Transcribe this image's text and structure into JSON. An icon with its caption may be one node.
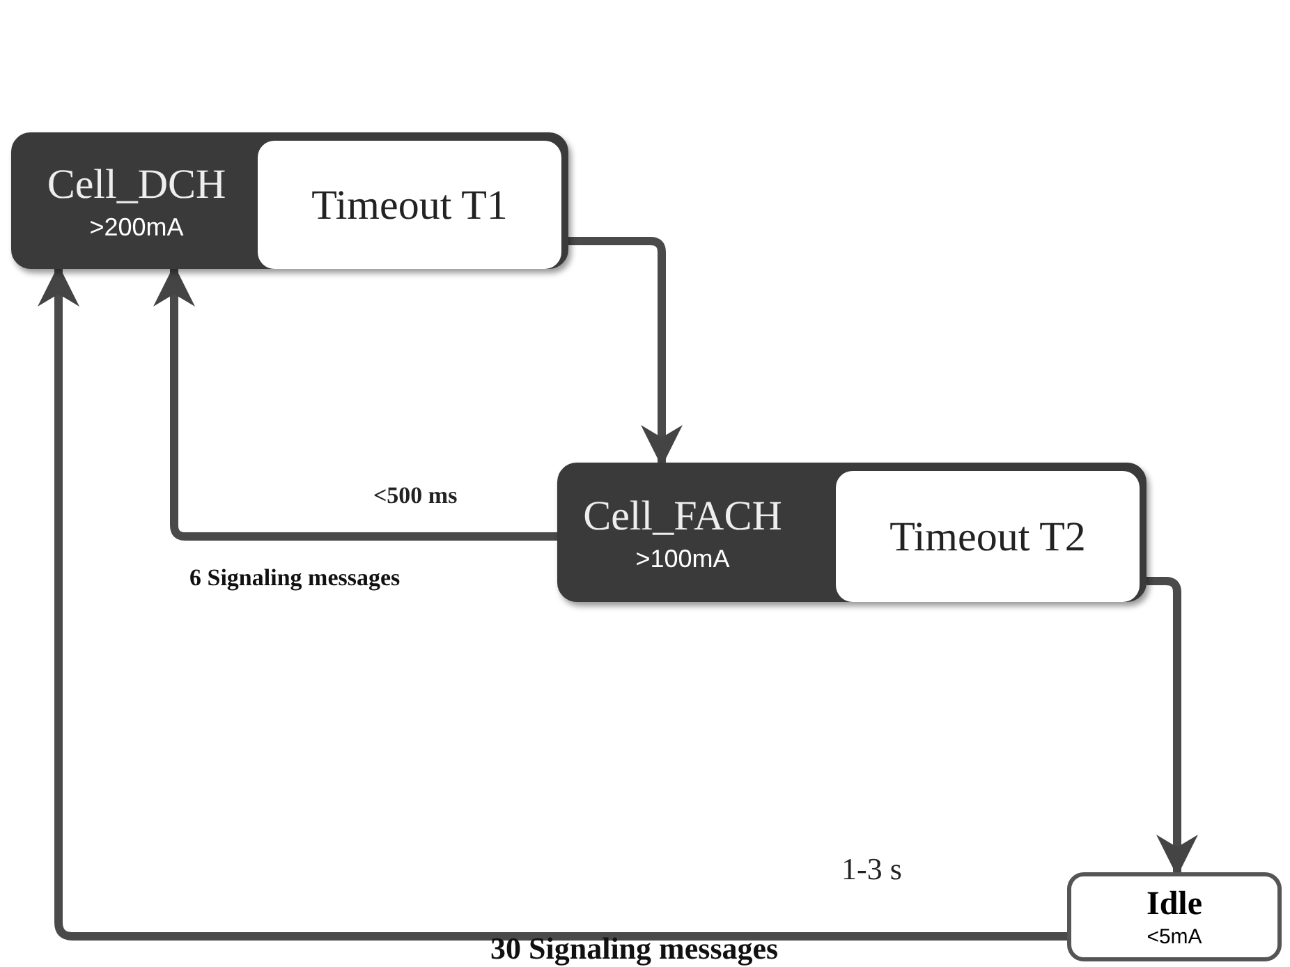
{
  "diagram": {
    "nodes": [
      {
        "text": [
          "Cell_DCH",
          ">200mA"
        ]
      },
      {
        "text": [
          "Timeout T1"
        ],
        "in": 0
      },
      {
        "text": [
          "Cell_FACH",
          ">100mA"
        ]
      },
      {
        "text": [
          "Timeout T2"
        ],
        "in": 2
      },
      {
        "text": [
          "Idle",
          "<5mA"
        ]
      }
    ],
    "edges": [
      {
        "from": 1,
        "to": 2,
        "arrow": "to"
      },
      {
        "from": 2,
        "to": 0,
        "arrow": "to",
        "label": "<500 ms"
      },
      {
        "from": 3,
        "to": 4,
        "arrow": "to"
      },
      {
        "from": 4,
        "to": 0,
        "arrow": "to",
        "label": "1-3 s"
      }
    ],
    "labels": [
      "6 Signaling messages",
      "30 Signaling messages"
    ]
  }
}
